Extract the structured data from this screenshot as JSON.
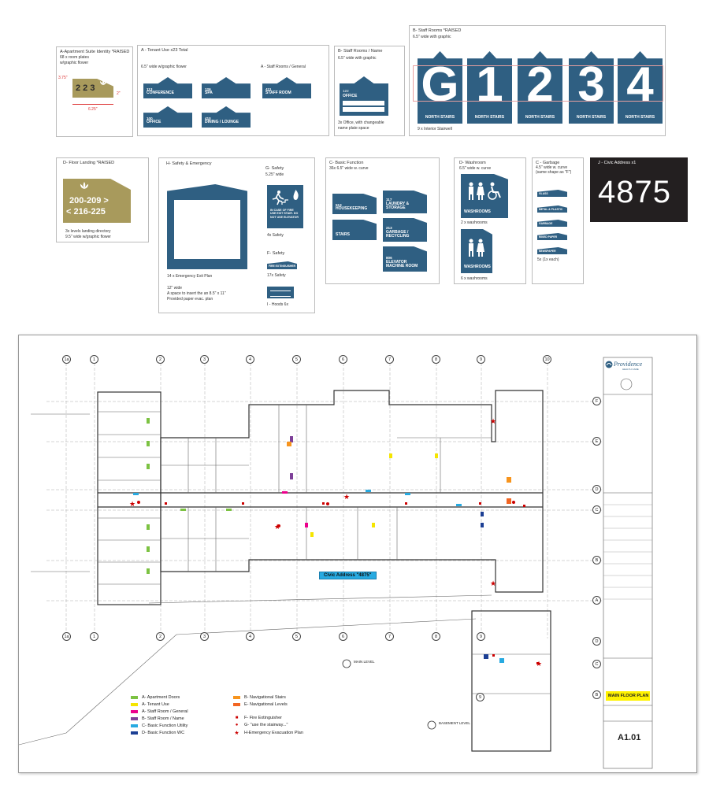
{
  "colors": {
    "sign_blue": "#2f5f82",
    "gold": "#a89a5c",
    "black": "#231f20"
  },
  "panel_a_apartment": {
    "title": "A-Apartment Suite Identity  *RAISED",
    "l1": "68 x  room plates",
    "l2": "w/graphic flower",
    "sample": "2 2 3",
    "dim_h": "3.75\"",
    "dim_r": "2\"",
    "dim_w": "6.25\""
  },
  "panel_a_tenant": {
    "title": "A - Tenant Use    x23 Total",
    "sub": "6.5\" wide w/graphic flower",
    "general_title": "A - Staff Rooms / General",
    "signs": [
      {
        "num": "113",
        "label": "CONFERENCE"
      },
      {
        "num": "126",
        "label": "SPA"
      },
      {
        "num": "100",
        "label": "OFFICE"
      },
      {
        "num": "410",
        "label": "DINING / LOUNGE"
      },
      {
        "num": "411",
        "label": "STAFF ROOM"
      }
    ]
  },
  "panel_b_name": {
    "title": "B- Staff Rooms / Name",
    "sub": "6.5\" wide with graphic",
    "num": "122",
    "label": "OFFICE",
    "n1": "3x Office, with changeable",
    "n2": "name plate space"
  },
  "panel_b_stairs": {
    "title": "B- Staff Rooms  *RAISED",
    "sub": "6.5\" wide with graphic",
    "digits": [
      "G",
      "1",
      "2",
      "3",
      "4"
    ],
    "caption": "NORTH STAIRS",
    "note": "9 x Interior Stairwell"
  },
  "panel_d_floor": {
    "title": "D- Floor Landing  *RAISED",
    "line1": "200-209 >",
    "line2": "< 216-225",
    "n1": "3x levels landing directory",
    "n2": "9.5\" wide w/graphic flower"
  },
  "panel_h_safety": {
    "title": "H- Safety & Emergency",
    "g_title": "G- Safety",
    "g_sub": "5.25\" wide",
    "g_sign": "IN CASE OF FIRE USE EXIT STAIR. DO NOT USE ELEVATOR",
    "g_count": "4x  Safety",
    "f_title": "F- Safety",
    "f_sign": "FIRE EXTINGUISHER",
    "f_count": "17x  Safety",
    "i_count": "I - Hoods 6x",
    "n1": "14 x Emergency Exit Plan",
    "n2": "12\" wide",
    "n3": "A space to insert the an 8.5\" x 11\"",
    "n4": "Provided paper evac. plan"
  },
  "panel_c_basic": {
    "title": "C- Basic Function",
    "sub": "36x  6.5\" wide w. curve",
    "signs": [
      {
        "num": "513",
        "label": "HOUSEKEEPING"
      },
      {
        "num": "117",
        "label": "LAUNDRY & STORAGE"
      },
      {
        "num": "",
        "label": "STAIRS"
      },
      {
        "num": "213",
        "label": "GARBAGE / RECYCLING"
      },
      {
        "num": "806",
        "label": "ELEVATOR MACHINE ROOM"
      }
    ]
  },
  "panel_d_washroom": {
    "title": "D- Washroom",
    "sub": "6.5\" wide w. curve",
    "label": "WASHROOMS",
    "c1": "2 x  washrooms",
    "c2": "6 x  washrooms"
  },
  "panel_c_garbage": {
    "title": "C - Garbage",
    "sub1": "4.5\" wide w. curve",
    "sub2": "(same shape as \"F\")",
    "items": [
      "GLASS",
      "METAL & PLASTIC",
      "GARBAGE",
      "MIXED PAPER",
      "NEWSPAPER"
    ],
    "count": "5x (1x  each)"
  },
  "panel_j_civic": {
    "title": "J - Civic Address   x1",
    "number": "4875"
  },
  "plan": {
    "cols_top": [
      "1a",
      "1",
      "2",
      "3",
      "4",
      "5",
      "6",
      "7",
      "8",
      "9",
      "10"
    ],
    "rows_right": [
      "F",
      "E",
      "D",
      "C",
      "B",
      "A"
    ],
    "logo": "Providence",
    "logo_sub": "HEALTH CARE",
    "civic_tag": "Civic Address \"4875\"",
    "main_label": "MAIN LEVEL",
    "basement_label": "BASEMENT LEVEL",
    "title_box": "MAIN FLOOR PLAN",
    "sheet": "A1.01"
  },
  "legend": [
    {
      "color": "#7cc242",
      "label": "A- Apartment Doors"
    },
    {
      "color": "#f5e500",
      "label": "A- Tenant Use"
    },
    {
      "color": "#ec008c",
      "label": "A- Staff Room / General"
    },
    {
      "color": "#7d3f98",
      "label": "B- Staff Room / Name"
    },
    {
      "color": "#27aae1",
      "label": "C- Basic Function Utility"
    },
    {
      "color": "#1c3f94",
      "label": "D- Basic Function WC"
    }
  ],
  "legend2": [
    {
      "color": "#f7941d",
      "label": "B- Navigational Stairs"
    },
    {
      "color": "#f26522",
      "label": "E- Navigational Levels"
    },
    {
      "label": "F- Fire Extinguisher"
    },
    {
      "label": "G- \"use the stairway...\""
    },
    {
      "label": "H-Emergency Evacuation Plan"
    }
  ]
}
